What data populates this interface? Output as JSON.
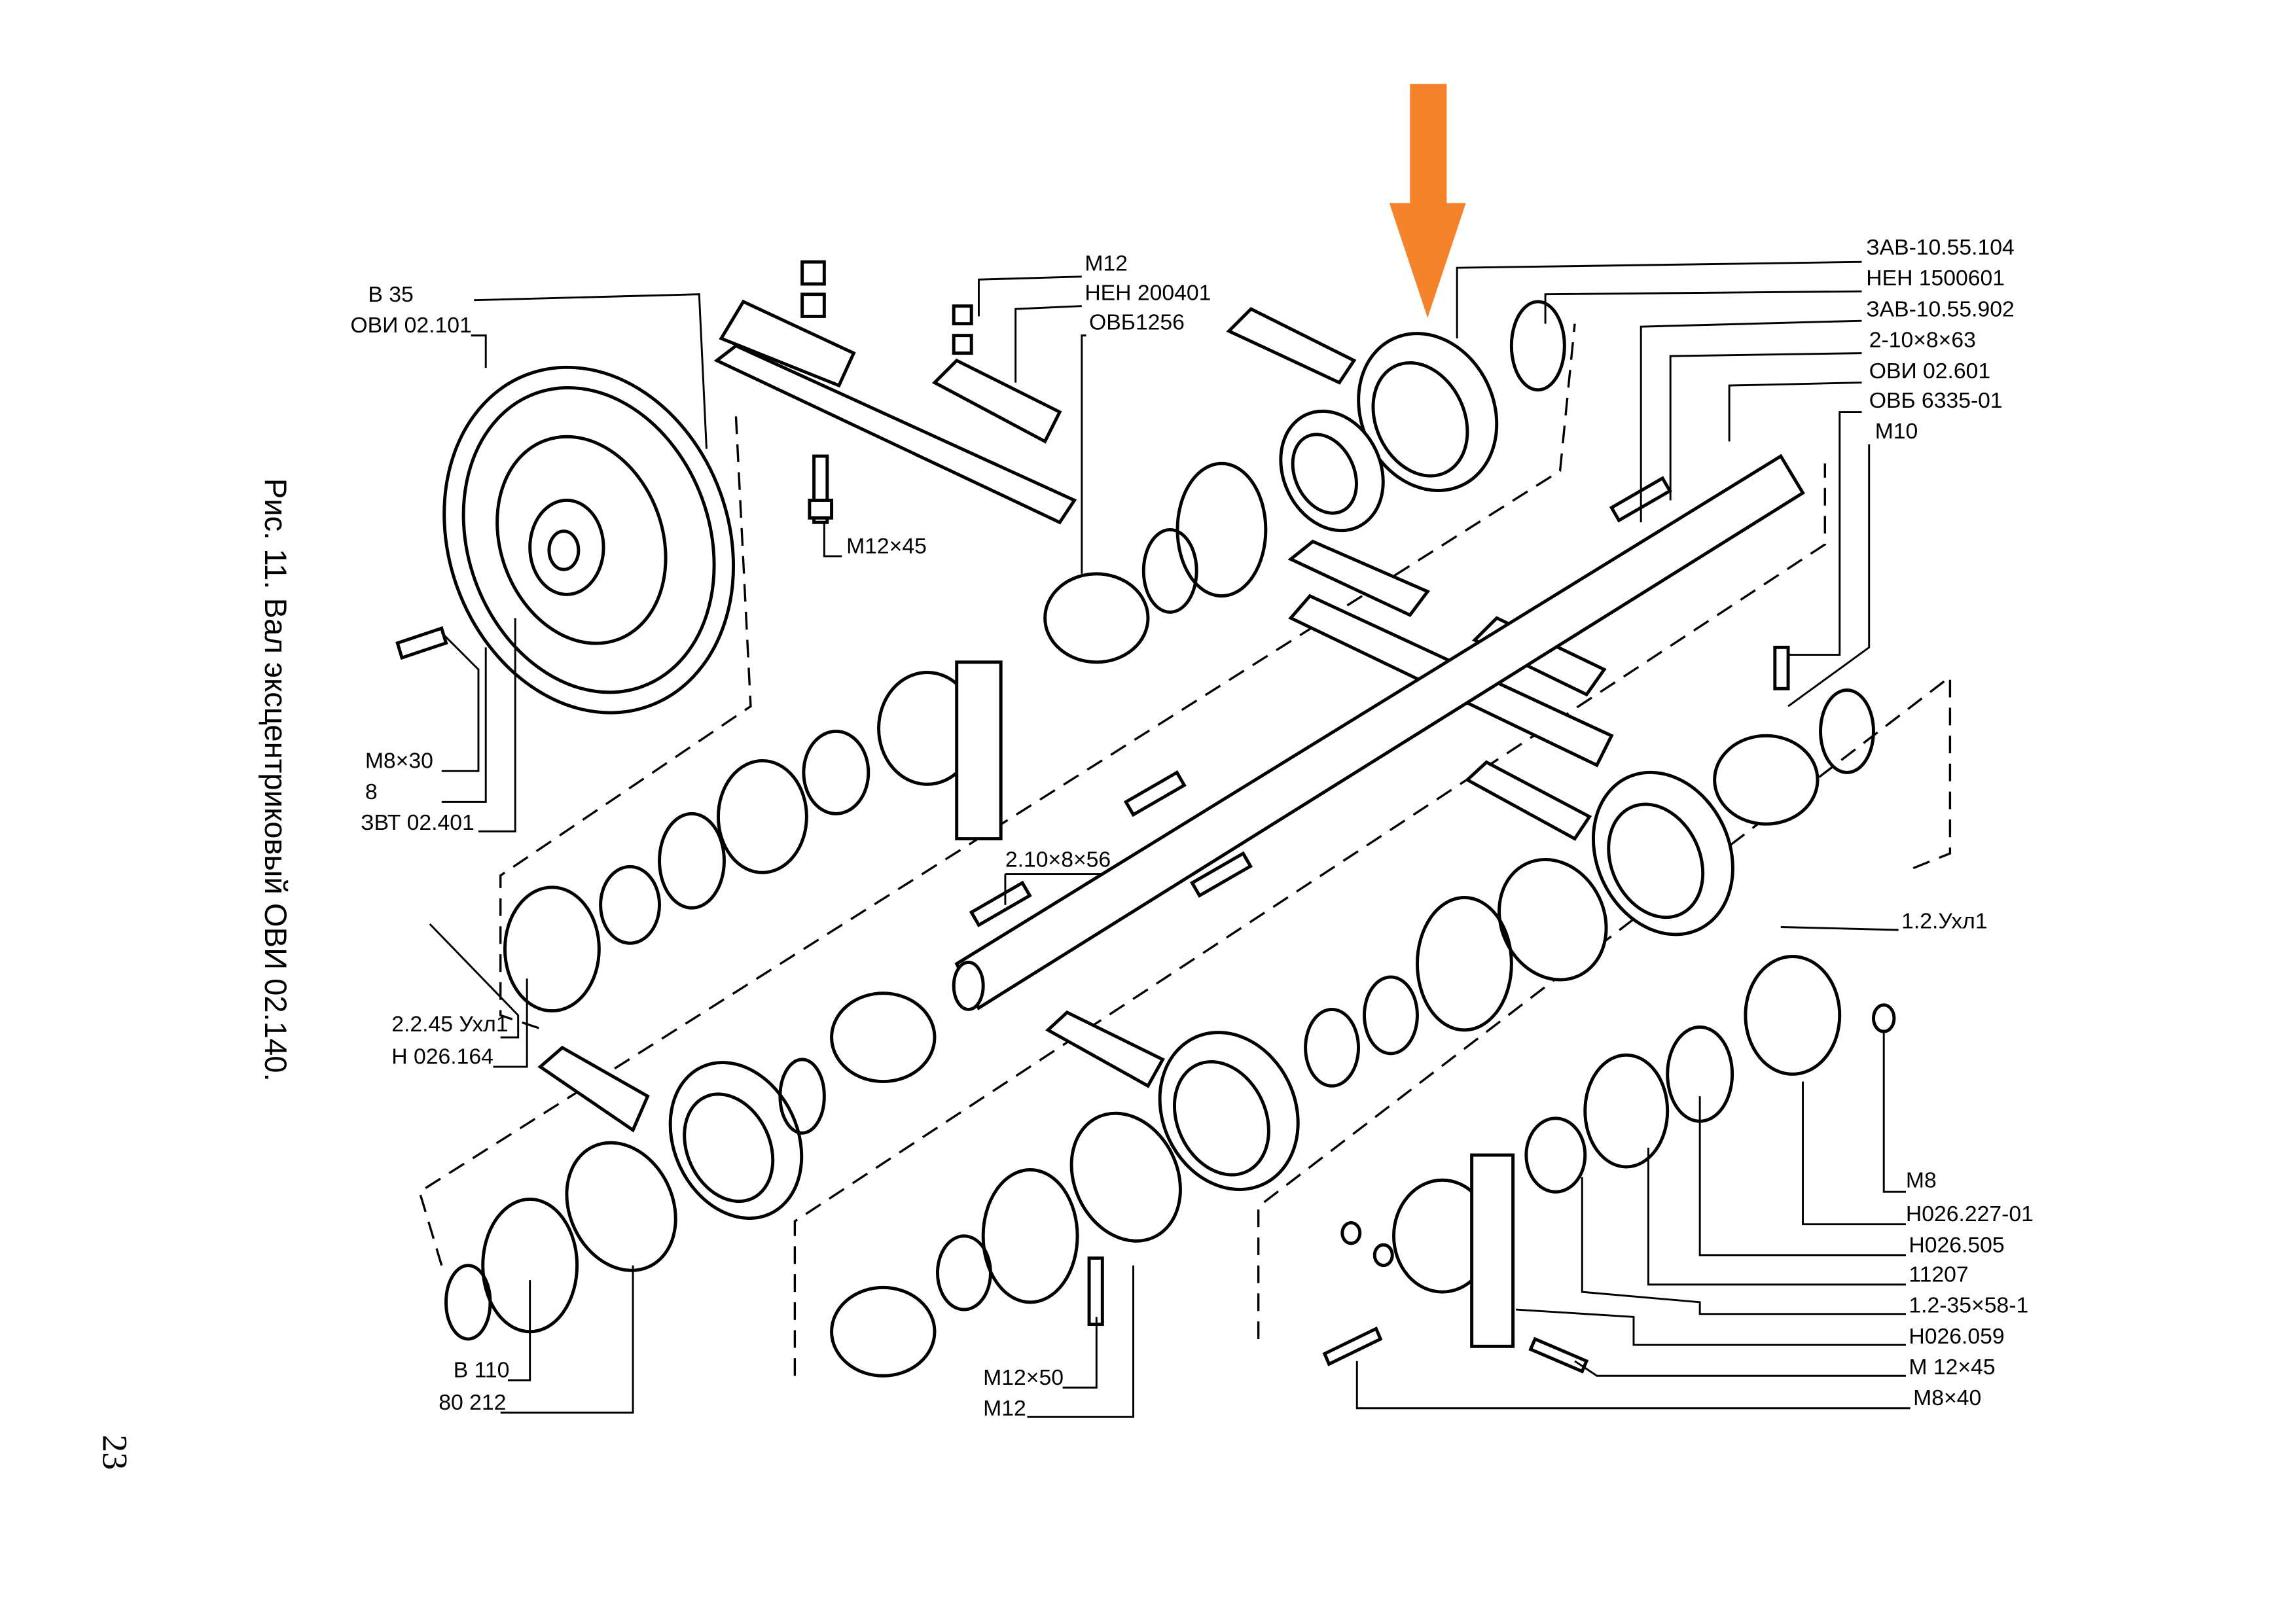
{
  "caption": "Рис. 11. Вал эксцентриковый ОВИ 02.140.",
  "page_number": "23",
  "highlight_arrow_color": "#F5832B",
  "labels": {
    "pulley_b35": "В 35",
    "pulley_ovi": "ОВИ 02.101",
    "nut_m12": "М12",
    "plate_neh": "НЕН 200401",
    "bushing_ovb": "ОВБ1256",
    "bolt_m12x45_top": "М12×45",
    "right_top": [
      "ЗАВ-10.55.104",
      "НЕН 1500601",
      "ЗАВ-10.55.902",
      "2-10×8×63",
      "ОВИ 02.601",
      "ОВБ 6335-01",
      "М10"
    ],
    "bolt_m8x30": "М8×30",
    "washer_8": "8",
    "zvt": "ЗВТ 02.401",
    "key_2_10x8x56": "2.10×8×56",
    "grease_left": "2.2.45 Ухл1",
    "cover_left": "Н 026.164",
    "grease_right": "1.2.Ухл1",
    "right_bottom": [
      "М8",
      "Н026.227-01",
      "Н026.505",
      "11207",
      "1.2-35×58-1",
      "Н026.059",
      "М 12×45",
      "М8×40"
    ],
    "ring_b110": "В 110",
    "bearing_80212": "80 212",
    "bolt_m12x50": "М12×50",
    "nut_m12_bottom": "М12"
  }
}
